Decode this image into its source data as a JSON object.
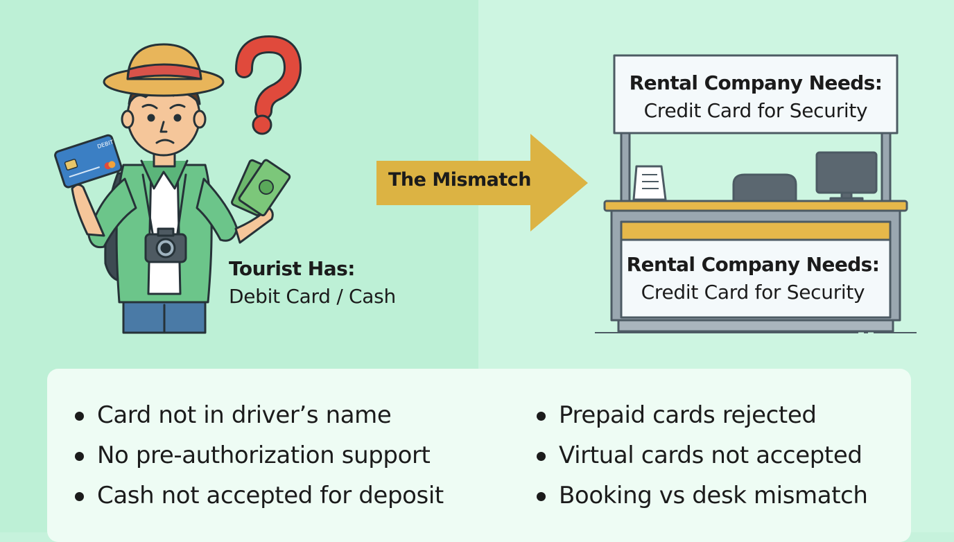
{
  "tourist": {
    "label_bold": "Tourist Has:",
    "label_regular": "Debit Card / Cash",
    "card_text": "DEBIT"
  },
  "arrow": {
    "label": "The Mismatch"
  },
  "rental": {
    "sign_top_bold": "Rental Company Needs:",
    "sign_top_regular": "Credit Card for Security",
    "sign_front_bold": "Rental Company Needs:",
    "sign_front_regular": "Credit Card for Security"
  },
  "issues_left": [
    "Card not in driver’s name",
    "No pre-authorization support",
    "Cash not accepted for deposit"
  ],
  "issues_right": [
    "Prepaid cards rejected",
    "Virtual cards not accepted",
    "Booking vs desk mismatch"
  ],
  "colors": {
    "left_panel": "#bdf0d6",
    "right_panel": "#cdf5e1",
    "arrow": "#dcb343",
    "question_mark": "#e04a3c",
    "counter_top": "#e6b84a"
  },
  "icons": [
    "question-mark-icon",
    "debit-card-icon",
    "cash-icon",
    "camera-icon",
    "document-icon",
    "monitor-icon"
  ]
}
